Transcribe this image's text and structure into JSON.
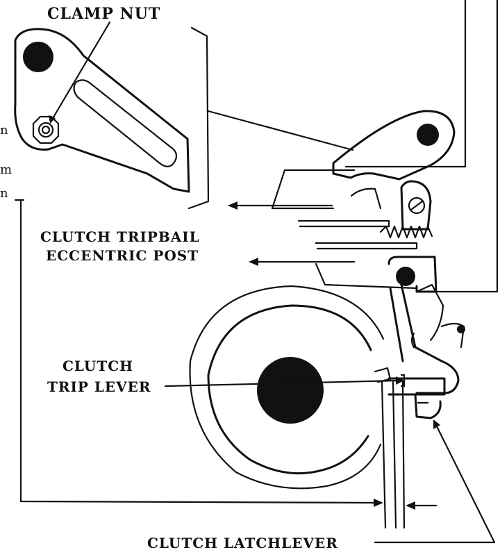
{
  "labels": {
    "clamp_nut": "CLAMP NUT",
    "tripbail_line1": "CLUTCH TRIPBAIL",
    "tripbail_line2": "ECCENTRIC POST",
    "trip_lever_line1": "CLUTCH",
    "trip_lever_line2": "TRIP LEVER",
    "latchlever": "CLUTCH LATCHLEVER"
  },
  "edge_fragments": {
    "f1": "n",
    "f2": "m",
    "f3": "n"
  }
}
